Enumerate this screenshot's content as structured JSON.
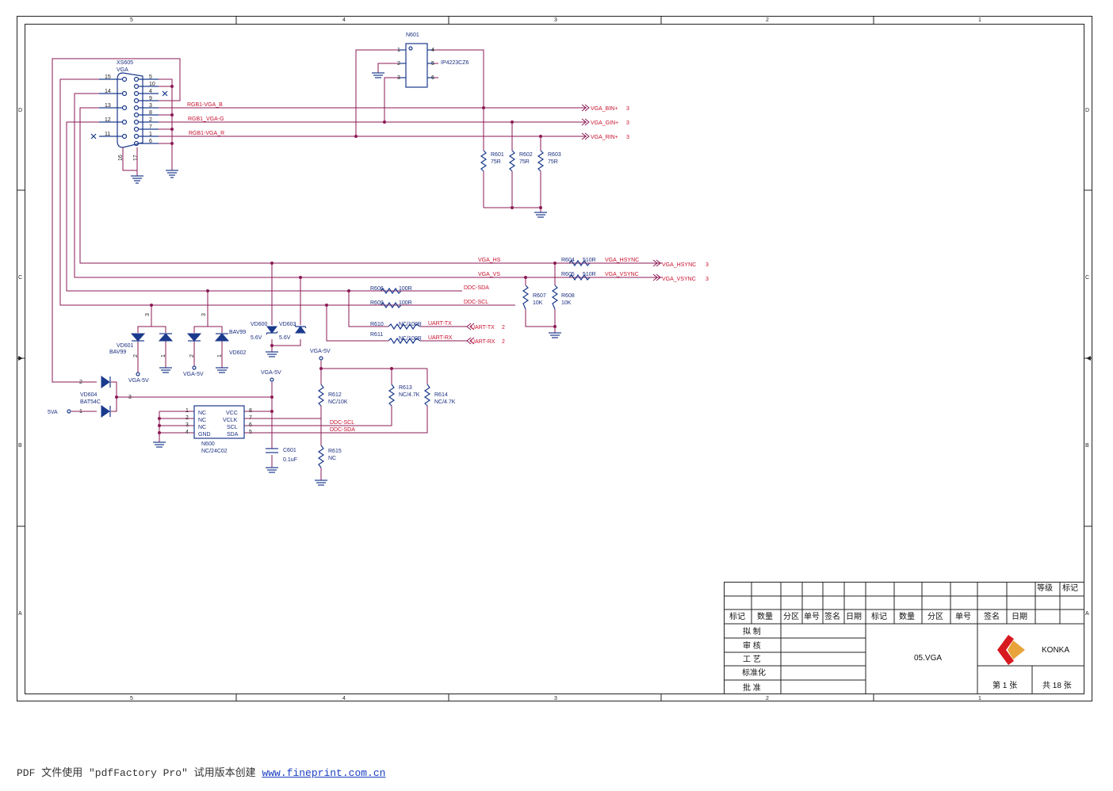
{
  "frame": {
    "column_labels": [
      "5",
      "4",
      "3",
      "2",
      "1"
    ],
    "row_labels": [
      "D",
      "C",
      "B",
      "A"
    ]
  },
  "connector": {
    "ref": "XS605",
    "name": "VGA",
    "left_pins": [
      "15",
      "14",
      "13",
      "12",
      "11"
    ],
    "right_pins": [
      "5",
      "10",
      "4",
      "9",
      "3",
      "8",
      "2",
      "7",
      "1",
      "6"
    ],
    "bottom_pins": [
      "16",
      "17"
    ]
  },
  "nets": {
    "rgb_b": "RGB1-VGA_B",
    "rgb_g": "RGB1_VGA-G",
    "rgb_r": "RGB1-VGA_R",
    "vga_hs": "VGA_HS",
    "vga_vs": "VGA_VS",
    "ddc_sda": "DDC-SDA",
    "ddc_scl": "DDC-SCL",
    "uart_tx": "UART-TX",
    "uart_rx": "UART-RX",
    "vga_hsync": "VGA_HSYNC",
    "vga_vsync": "VGA_VSYNC",
    "ddc_scl2": "DDC-SCL",
    "ddc_sda2": "DDC-SDA"
  },
  "ports": {
    "bin": "VGA_BIN+",
    "gin": "VGA_GIN+",
    "rin": "VGA_RIN+",
    "hsync": "VGA_HSYNC",
    "vsync": "VGA_VSYNC",
    "uart_tx": "UART-TX",
    "uart_rx": "UART-RX",
    "page3": "3",
    "page2": "2"
  },
  "n601": {
    "ref": "N601",
    "part": "IP4223CZ6",
    "pins": [
      "1",
      "2",
      "3",
      "4",
      "5",
      "6"
    ]
  },
  "resistors": {
    "r601": {
      "ref": "R601",
      "value": "75R"
    },
    "r602": {
      "ref": "R602",
      "value": "75R"
    },
    "r603": {
      "ref": "R603",
      "value": "75R"
    },
    "r604": {
      "ref": "R604",
      "value": "510R"
    },
    "r605": {
      "ref": "R605",
      "value": "510R"
    },
    "r606": {
      "ref": "R606",
      "value": "100R"
    },
    "r609": {
      "ref": "R609",
      "value": "100R"
    },
    "r607": {
      "ref": "R607",
      "value": "10K"
    },
    "r608": {
      "ref": "R608",
      "value": "10K"
    },
    "r610": {
      "ref": "R610",
      "value": "NC/100R"
    },
    "r611": {
      "ref": "R611",
      "value": "NC/100R"
    },
    "r612": {
      "ref": "R612",
      "value": "NC/10K"
    },
    "r613": {
      "ref": "R613",
      "value": "NC/4.7K"
    },
    "r614": {
      "ref": "R614",
      "value": "NC/4.7K"
    },
    "r615": {
      "ref": "R615",
      "value": "NC"
    }
  },
  "diodes": {
    "vd600": {
      "ref": "VD600",
      "value": "5.6V"
    },
    "vd603": {
      "ref": "VD603",
      "value": "5.6V"
    },
    "vd601": {
      "ref": "VD601",
      "value": "BAV99"
    },
    "vd602": {
      "ref": "VD602",
      "value": "BAV99"
    },
    "vd604": {
      "ref": "VD604",
      "value": "BAT54C"
    },
    "pin1": "1",
    "pin2": "2",
    "pin3": "3"
  },
  "power": {
    "vga5v": "VGA-5V",
    "vin": "5VA"
  },
  "eeprom": {
    "ref": "N600",
    "part": "NC/24C02",
    "left_names": [
      "NC",
      "NC",
      "NC",
      "GND"
    ],
    "right_names": [
      "VCC",
      "VCLK",
      "SCL",
      "SDA"
    ],
    "left_pins": [
      "1",
      "2",
      "3",
      "4"
    ],
    "right_pins": [
      "8",
      "7",
      "6",
      "5"
    ]
  },
  "capacitor": {
    "ref": "C601",
    "value": "0.1uF"
  },
  "title_block": {
    "grade": "等级",
    "mark_top": "标记",
    "header": [
      "标记",
      "数量",
      "分区",
      "单号",
      "签名",
      "日期",
      "标记",
      "数量",
      "分区",
      "单号",
      "签名",
      "日期"
    ],
    "roles": [
      "拟 制",
      "审 核",
      "工 艺",
      "标准化",
      "批 准"
    ],
    "drawing_title": "05.VGA",
    "brand": "KONKA",
    "sheet_no": "第 1 张",
    "sheet_total": "共 18 张"
  },
  "footer": {
    "text": "PDF 文件使用 \"pdfFactory Pro\" 试用版本创建 ",
    "link": "www.fineprint.com.cn"
  },
  "colors": {
    "wire": "#8b1a55",
    "component": "#1b3a8c",
    "net_label": "#c8102e",
    "frame": "#222222"
  }
}
